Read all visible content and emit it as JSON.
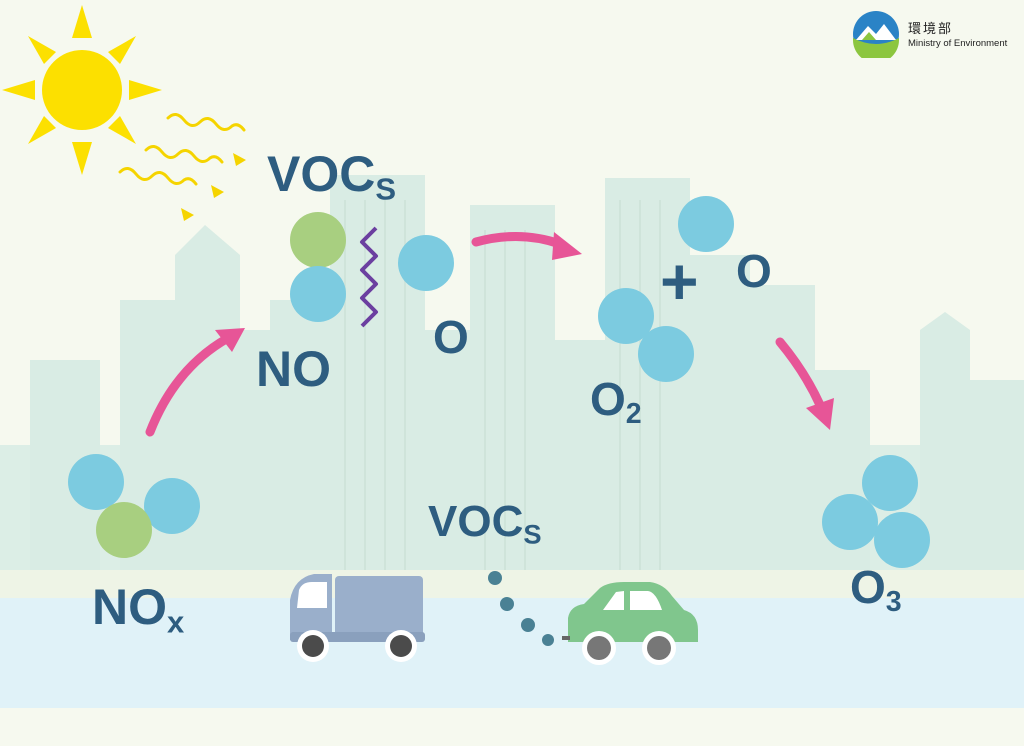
{
  "logo": {
    "chinese_name": "環境部",
    "english_name": "Ministry of Environment"
  },
  "labels": {
    "vocs_top": {
      "base": "VOC",
      "sub": "S"
    },
    "o_atom_left": "O",
    "no": "NO",
    "plus": "+",
    "o_atom_right": "O",
    "o2": {
      "base": "O",
      "sub": "2"
    },
    "nox": {
      "base": "NO",
      "sub": "x"
    },
    "vocs_bottom": {
      "base": "VOC",
      "sub": "S"
    },
    "o3": {
      "base": "O",
      "sub": "3"
    }
  },
  "colors": {
    "molecule_blue": "#7ccbe0",
    "molecule_green": "#a8cf80",
    "arrow_pink": "#e75597",
    "text_navy": "#2e5d80",
    "bond_purple": "#6b3fa0",
    "sun_yellow": "#fce000",
    "ray_yellow": "#f5d400",
    "city_teal": "#d9ece4",
    "road_blue": "#e0f2f8",
    "truck_body": "#9aafcb",
    "car_body": "#80c68d",
    "exhaust": "#4a8194"
  }
}
